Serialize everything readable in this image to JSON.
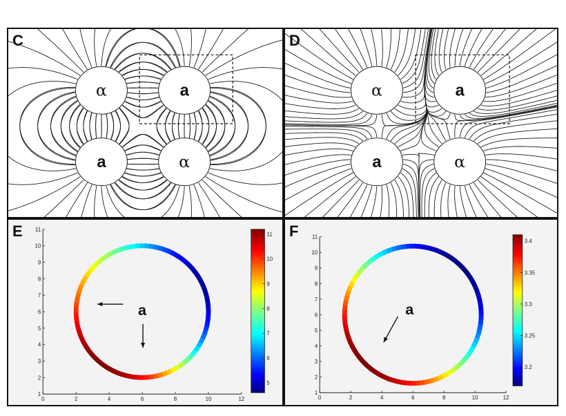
{
  "panels": {
    "c": {
      "letter": "C",
      "ellipses": [
        {
          "label": "α",
          "style": "greek"
        },
        {
          "label": "a",
          "style": "bold"
        },
        {
          "label": "a",
          "style": "bold"
        },
        {
          "label": "α",
          "style": "greek"
        }
      ]
    },
    "d": {
      "letter": "D",
      "ellipses": [
        {
          "label": "α",
          "style": "greek"
        },
        {
          "label": "a",
          "style": "bold"
        },
        {
          "label": "a",
          "style": "bold"
        },
        {
          "label": "α",
          "style": "greek"
        }
      ]
    },
    "e": {
      "letter": "E",
      "center_label": "a",
      "x_ticks": [
        "0",
        "2",
        "4",
        "6",
        "8",
        "10",
        "12"
      ],
      "y_ticks": [
        "1",
        "2",
        "3",
        "4",
        "5",
        "6",
        "7",
        "8",
        "9",
        "10",
        "11"
      ],
      "x_range": [
        0,
        12
      ],
      "y_range": [
        1,
        11
      ],
      "ring": {
        "cx": 6,
        "cy": 6,
        "r": 4
      },
      "colorbar_ticks": [
        "5",
        "6",
        "7",
        "8",
        "9",
        "10",
        "11"
      ],
      "colorbar_range": [
        4.6,
        11.2
      ]
    },
    "f": {
      "letter": "F",
      "center_label": "a",
      "x_ticks": [
        "0",
        "2",
        "4",
        "6",
        "8",
        "10",
        "12"
      ],
      "y_ticks": [
        "1",
        "2",
        "3",
        "4",
        "5",
        "6",
        "7",
        "8",
        "9",
        "10",
        "11"
      ],
      "x_range": [
        0,
        12
      ],
      "y_range": [
        1,
        11
      ],
      "ring": {
        "cx": 6,
        "cy": 6,
        "r": 4.4
      },
      "colorbar_ticks": [
        "3.2",
        "3.25",
        "3.3",
        "3.35",
        "3.4"
      ],
      "colorbar_range": [
        3.17,
        3.41
      ]
    }
  },
  "colors": {
    "jet_low": "#00007f",
    "jet_high": "#7f0000",
    "line": "#1a1a1a"
  }
}
